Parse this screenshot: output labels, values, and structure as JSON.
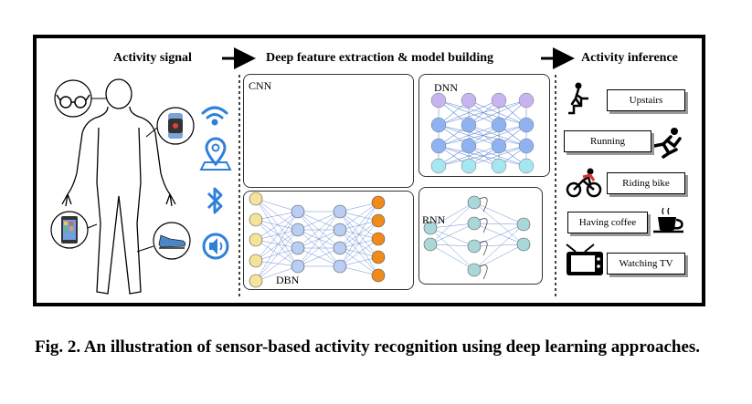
{
  "headers": {
    "signal": "Activity signal",
    "extraction": "Deep feature extraction & model building",
    "inference": "Activity inference"
  },
  "panels": {
    "cnn": "CNN",
    "dnn": "DNN",
    "dbn": "DBN",
    "rnn": "RNN"
  },
  "activities": [
    "Upstairs",
    "Running",
    "Riding bike",
    "Having coffee",
    "Watching TV"
  ],
  "sensor_icons": [
    "glasses-icon",
    "smartwatch-icon",
    "phone-icon",
    "shoe-icon",
    "wifi-icon",
    "location-pin-icon",
    "bluetooth-icon",
    "speaker-icon"
  ],
  "activity_icons": [
    "stairs-climber-icon",
    "runner-icon",
    "cyclist-icon",
    "coffee-cup-icon",
    "tv-icon"
  ],
  "colors": {
    "sensor_blue": "#2f80d8",
    "dnn_purple": "#c7b3f0",
    "dnn_blue": "#8fb3f2",
    "dnn_cyan": "#a6e6f0",
    "dbn_yellow": "#f6e39a",
    "dbn_blue": "#b9cdf5",
    "dbn_orange": "#f08a1c",
    "rnn_teal": "#a9d8d8",
    "cnn_fill": "#ddd5ef"
  },
  "caption": "Fig. 2. An illustration of sensor-based activity recognition using deep learning approaches."
}
